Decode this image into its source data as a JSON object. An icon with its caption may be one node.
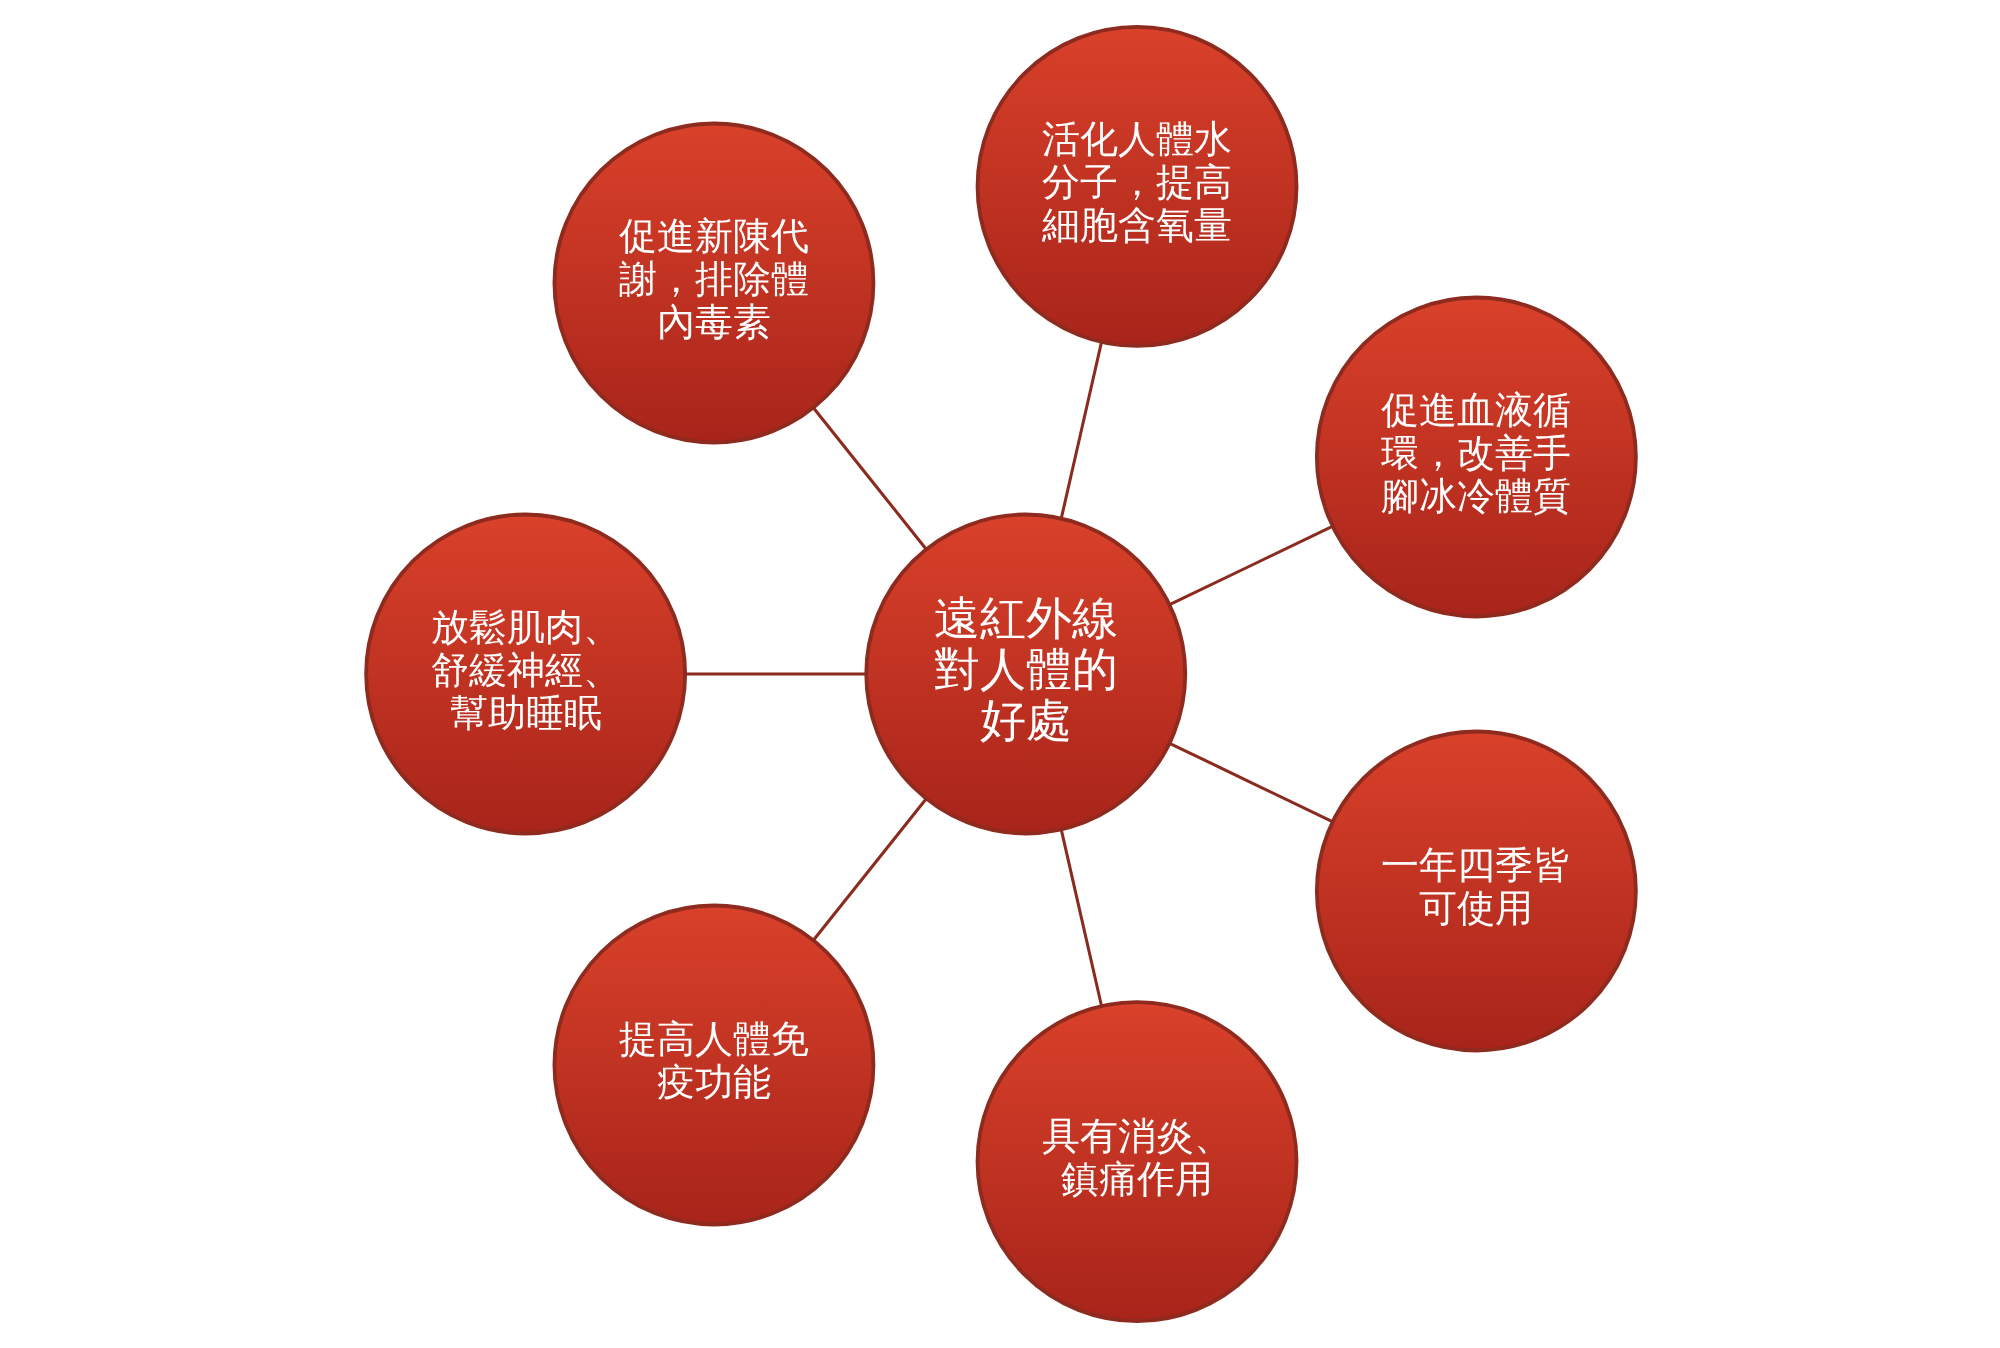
{
  "diagram": {
    "nodes": [
      {
        "text": [
          "遠紅外線對人體的好處"
        ]
      },
      {
        "text": [
          "促進血液循環，改善手腳冰冷體質"
        ]
      },
      {
        "text": [
          "活化人體水分子，提高細胞含氧量"
        ]
      },
      {
        "text": [
          "促進新陳代謝，排除體內毒素"
        ]
      },
      {
        "text": [
          "放鬆肌肉、舒緩神經、幫助睡眠"
        ]
      },
      {
        "text": [
          "提高人體免疫功能"
        ]
      },
      {
        "text": [
          "具有消炎、鎮痛作用"
        ]
      },
      {
        "text": [
          "一年四季皆可使用"
        ]
      }
    ],
    "edges": [
      {
        "from": 0,
        "to": 1,
        "arrow": "none"
      },
      {
        "from": 0,
        "to": 2,
        "arrow": "none"
      },
      {
        "from": 0,
        "to": 3,
        "arrow": "none"
      },
      {
        "from": 0,
        "to": 4,
        "arrow": "none"
      },
      {
        "from": 0,
        "to": 5,
        "arrow": "none"
      },
      {
        "from": 0,
        "to": 6,
        "arrow": "none"
      },
      {
        "from": 0,
        "to": 7,
        "arrow": "none"
      }
    ]
  }
}
